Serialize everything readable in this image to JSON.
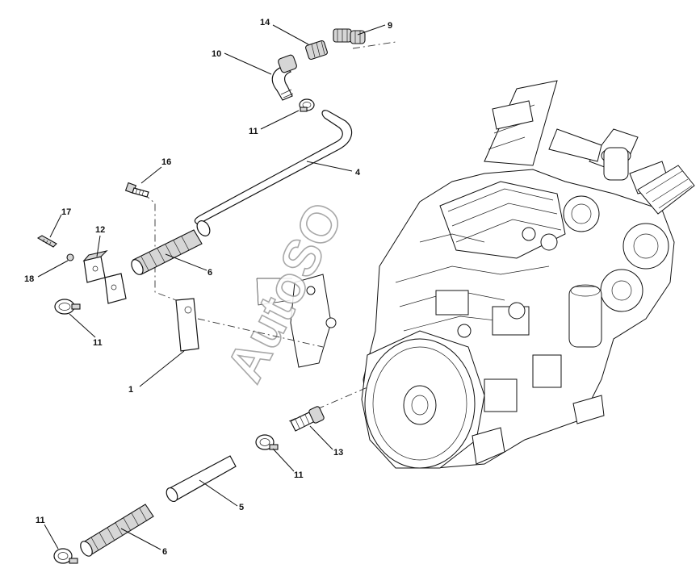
{
  "callouts": {
    "c14": "14",
    "c9": "9",
    "c10": "10",
    "c11_top": "11",
    "c4": "4",
    "c16": "16",
    "c17": "17",
    "c12": "12",
    "c18": "18",
    "c6_top": "6",
    "c11_left": "11",
    "c1": "1",
    "c13": "13",
    "c11_mid": "11",
    "c5": "5",
    "c11_bottom": "11",
    "c6_bottom": "6"
  },
  "watermark": "AutoSO"
}
